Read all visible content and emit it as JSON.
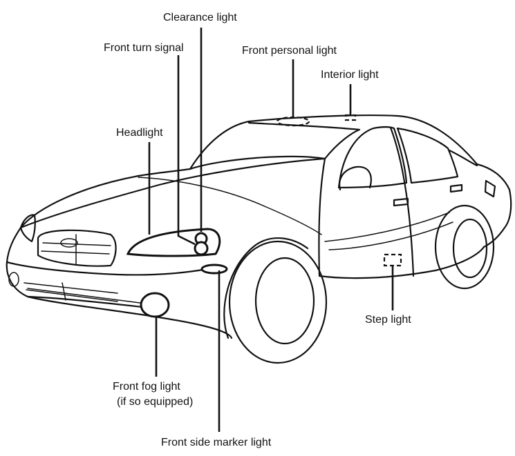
{
  "labels": {
    "clearance_light": "Clearance light",
    "front_turn_signal": "Front turn signal",
    "front_personal_light": "Front personal light",
    "interior_light": "Interior light",
    "headlight": "Headlight",
    "step_light": "Step light",
    "front_fog_light": "Front fog light",
    "front_fog_light_note": "(if so equipped)",
    "front_side_marker_light": "Front side marker light"
  },
  "colors": {
    "line": "#111111",
    "background": "#ffffff"
  }
}
